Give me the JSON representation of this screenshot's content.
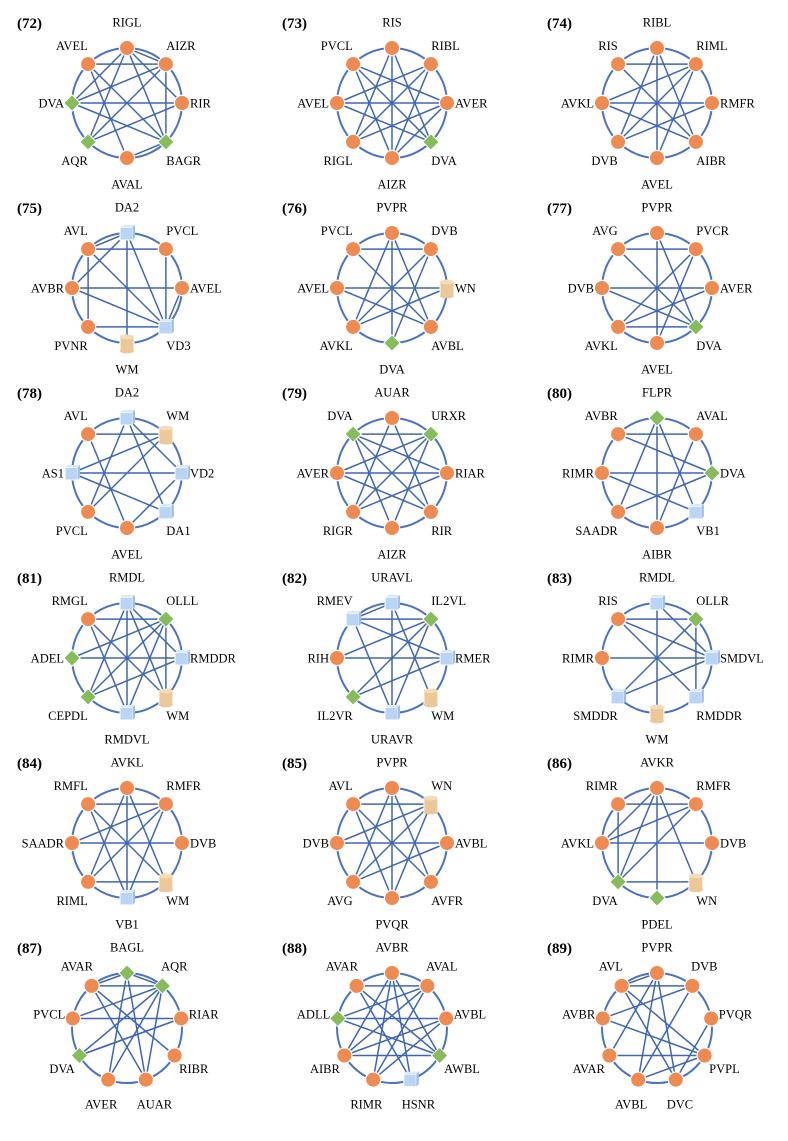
{
  "colors": {
    "ring": "#4a72c4",
    "edge": "#3f66b6",
    "circle": "#ef8b50",
    "circle_stroke": "#ffffff",
    "diamond": "#86bc5a",
    "cube": "#b9d4f5",
    "cylinder": "#ecc898"
  },
  "panels": [
    {
      "label": "(72)",
      "nodes": [
        [
          "RIGL",
          "c"
        ],
        [
          "AIZR",
          "c"
        ],
        [
          "RIR",
          "c"
        ],
        [
          "BAGR",
          "d"
        ],
        [
          "AVAL",
          "c"
        ],
        [
          "AQR",
          "d"
        ],
        [
          "DVA",
          "d"
        ],
        [
          "AVEL",
          "c"
        ]
      ],
      "edges": [
        [
          0,
          1
        ],
        [
          0,
          2
        ],
        [
          0,
          5
        ],
        [
          0,
          3
        ],
        [
          0,
          6
        ],
        [
          7,
          1
        ],
        [
          7,
          3
        ],
        [
          7,
          4
        ],
        [
          6,
          1
        ],
        [
          6,
          2
        ],
        [
          6,
          3
        ],
        [
          5,
          2
        ],
        [
          5,
          1
        ],
        [
          4,
          3
        ],
        [
          3,
          1
        ]
      ]
    },
    {
      "label": "(73)",
      "nodes": [
        [
          "RIS",
          "c"
        ],
        [
          "RIBL",
          "c"
        ],
        [
          "AVER",
          "c"
        ],
        [
          "DVA",
          "d"
        ],
        [
          "AIZR",
          "c"
        ],
        [
          "RIGL",
          "c"
        ],
        [
          "AVEL",
          "c"
        ],
        [
          "PVCL",
          "c"
        ]
      ],
      "edges": [
        [
          0,
          5
        ],
        [
          0,
          3
        ],
        [
          7,
          2
        ],
        [
          7,
          3
        ],
        [
          7,
          4
        ],
        [
          1,
          6
        ],
        [
          1,
          5
        ],
        [
          1,
          4
        ],
        [
          6,
          2
        ],
        [
          6,
          3
        ],
        [
          5,
          2
        ],
        [
          2,
          4
        ],
        [
          0,
          4
        ]
      ]
    },
    {
      "label": "(74)",
      "nodes": [
        [
          "RIBL",
          "c"
        ],
        [
          "RIML",
          "c"
        ],
        [
          "RMFR",
          "c"
        ],
        [
          "AIBR",
          "c"
        ],
        [
          "AVEL",
          "c"
        ],
        [
          "DVB",
          "c"
        ],
        [
          "AVKL",
          "c"
        ],
        [
          "RIS",
          "c"
        ]
      ],
      "edges": [
        [
          0,
          4
        ],
        [
          0,
          5
        ],
        [
          7,
          1
        ],
        [
          7,
          3
        ],
        [
          6,
          1
        ],
        [
          6,
          2
        ],
        [
          6,
          3
        ],
        [
          5,
          1
        ],
        [
          1,
          4
        ],
        [
          2,
          5
        ],
        [
          0,
          3
        ]
      ]
    },
    {
      "label": "(75)",
      "nodes": [
        [
          "DA2",
          "b"
        ],
        [
          "PVCL",
          "c"
        ],
        [
          "AVEL",
          "c"
        ],
        [
          "VD3",
          "b"
        ],
        [
          "WM",
          "y"
        ],
        [
          "PVNR",
          "c"
        ],
        [
          "AVBR",
          "c"
        ],
        [
          "AVL",
          "c"
        ]
      ],
      "edges": [
        [
          0,
          7
        ],
        [
          0,
          6
        ],
        [
          0,
          3
        ],
        [
          0,
          4
        ],
        [
          7,
          3
        ],
        [
          7,
          5
        ],
        [
          7,
          1
        ],
        [
          6,
          2
        ],
        [
          6,
          3
        ],
        [
          5,
          3
        ],
        [
          1,
          3
        ],
        [
          2,
          3
        ]
      ]
    },
    {
      "label": "(76)",
      "nodes": [
        [
          "PVPR",
          "c"
        ],
        [
          "DVB",
          "c"
        ],
        [
          "WN",
          "y"
        ],
        [
          "AVBL",
          "c"
        ],
        [
          "DVA",
          "d"
        ],
        [
          "AVKL",
          "c"
        ],
        [
          "AVEL",
          "c"
        ],
        [
          "PVCL",
          "c"
        ]
      ],
      "edges": [
        [
          0,
          5
        ],
        [
          0,
          4
        ],
        [
          7,
          1
        ],
        [
          7,
          3
        ],
        [
          6,
          2
        ],
        [
          6,
          3
        ],
        [
          5,
          1
        ],
        [
          5,
          2
        ],
        [
          1,
          4
        ],
        [
          0,
          3
        ]
      ]
    },
    {
      "label": "(77)",
      "nodes": [
        [
          "PVPR",
          "c"
        ],
        [
          "PVCR",
          "c"
        ],
        [
          "AVER",
          "c"
        ],
        [
          "DVA",
          "d"
        ],
        [
          "AVEL",
          "c"
        ],
        [
          "AVKL",
          "c"
        ],
        [
          "DVB",
          "c"
        ],
        [
          "AVG",
          "c"
        ]
      ],
      "edges": [
        [
          0,
          4
        ],
        [
          7,
          1
        ],
        [
          7,
          3
        ],
        [
          6,
          2
        ],
        [
          6,
          3
        ],
        [
          5,
          1
        ],
        [
          5,
          3
        ],
        [
          1,
          4
        ],
        [
          2,
          5
        ],
        [
          0,
          3
        ]
      ]
    },
    {
      "label": "(78)",
      "nodes": [
        [
          "DA2",
          "b"
        ],
        [
          "WM",
          "y"
        ],
        [
          "VD2",
          "b"
        ],
        [
          "DA1",
          "b"
        ],
        [
          "AVEL",
          "c"
        ],
        [
          "PVCL",
          "c"
        ],
        [
          "AS1",
          "b"
        ],
        [
          "AVL",
          "c"
        ]
      ],
      "edges": [
        [
          0,
          5
        ],
        [
          0,
          3
        ],
        [
          0,
          2
        ],
        [
          7,
          1
        ],
        [
          7,
          4
        ],
        [
          6,
          1
        ],
        [
          6,
          3
        ],
        [
          5,
          1
        ],
        [
          4,
          2
        ],
        [
          6,
          2
        ]
      ]
    },
    {
      "label": "(79)",
      "nodes": [
        [
          "AUAR",
          "c"
        ],
        [
          "URXR",
          "d"
        ],
        [
          "RIAR",
          "c"
        ],
        [
          "RIR",
          "c"
        ],
        [
          "AIZR",
          "c"
        ],
        [
          "RIGR",
          "c"
        ],
        [
          "AVER",
          "c"
        ],
        [
          "DVA",
          "d"
        ]
      ],
      "edges": [
        [
          0,
          5
        ],
        [
          0,
          3
        ],
        [
          7,
          1
        ],
        [
          7,
          2
        ],
        [
          7,
          3
        ],
        [
          7,
          4
        ],
        [
          6,
          1
        ],
        [
          6,
          3
        ],
        [
          5,
          1
        ],
        [
          5,
          2
        ],
        [
          1,
          4
        ],
        [
          6,
          2
        ]
      ]
    },
    {
      "label": "(80)",
      "nodes": [
        [
          "FLPR",
          "d"
        ],
        [
          "AVAL",
          "c"
        ],
        [
          "DVA",
          "d"
        ],
        [
          "VB1",
          "b"
        ],
        [
          "AIBR",
          "c"
        ],
        [
          "SAADR",
          "c"
        ],
        [
          "RIMR",
          "c"
        ],
        [
          "AVBR",
          "c"
        ]
      ],
      "edges": [
        [
          0,
          5
        ],
        [
          0,
          4
        ],
        [
          7,
          1
        ],
        [
          7,
          2
        ],
        [
          6,
          2
        ],
        [
          6,
          3
        ],
        [
          5,
          2
        ],
        [
          1,
          4
        ],
        [
          0,
          3
        ]
      ]
    },
    {
      "label": "(81)",
      "nodes": [
        [
          "RMDL",
          "b"
        ],
        [
          "OLLL",
          "d"
        ],
        [
          "RMDDR",
          "b"
        ],
        [
          "WM",
          "y"
        ],
        [
          "RMDVL",
          "b"
        ],
        [
          "CEPDL",
          "d"
        ],
        [
          "ADEL",
          "d"
        ],
        [
          "RMGL",
          "c"
        ]
      ],
      "edges": [
        [
          0,
          4
        ],
        [
          0,
          5
        ],
        [
          0,
          3
        ],
        [
          0,
          2
        ],
        [
          7,
          1
        ],
        [
          7,
          3
        ],
        [
          7,
          4
        ],
        [
          6,
          1
        ],
        [
          6,
          2
        ],
        [
          5,
          1
        ],
        [
          1,
          4
        ],
        [
          2,
          5
        ],
        [
          1,
          3
        ]
      ]
    },
    {
      "label": "(82)",
      "nodes": [
        [
          "URAVL",
          "b"
        ],
        [
          "IL2VL",
          "d"
        ],
        [
          "RMER",
          "b"
        ],
        [
          "WM",
          "y"
        ],
        [
          "URAVR",
          "b"
        ],
        [
          "IL2VR",
          "d"
        ],
        [
          "RIH",
          "c"
        ],
        [
          "RMEV",
          "b"
        ]
      ],
      "edges": [
        [
          0,
          7
        ],
        [
          0,
          3
        ],
        [
          0,
          4
        ],
        [
          7,
          1
        ],
        [
          7,
          2
        ],
        [
          7,
          4
        ],
        [
          6,
          1
        ],
        [
          6,
          2
        ],
        [
          5,
          2
        ],
        [
          5,
          1
        ],
        [
          1,
          4
        ]
      ]
    },
    {
      "label": "(83)",
      "nodes": [
        [
          "RMDL",
          "b"
        ],
        [
          "OLLR",
          "d"
        ],
        [
          "SMDVL",
          "b"
        ],
        [
          "RMDDR",
          "b"
        ],
        [
          "WM",
          "y"
        ],
        [
          "SMDDR",
          "b"
        ],
        [
          "RIMR",
          "c"
        ],
        [
          "RIS",
          "c"
        ]
      ],
      "edges": [
        [
          0,
          4
        ],
        [
          0,
          2
        ],
        [
          7,
          1
        ],
        [
          7,
          2
        ],
        [
          7,
          3
        ],
        [
          6,
          2
        ],
        [
          5,
          1
        ],
        [
          5,
          2
        ],
        [
          1,
          3
        ]
      ]
    },
    {
      "label": "(84)",
      "nodes": [
        [
          "AVKL",
          "c"
        ],
        [
          "RMFR",
          "c"
        ],
        [
          "DVB",
          "c"
        ],
        [
          "WM",
          "y"
        ],
        [
          "VB1",
          "b"
        ],
        [
          "RIML",
          "c"
        ],
        [
          "SAADR",
          "c"
        ],
        [
          "RMFL",
          "c"
        ]
      ],
      "edges": [
        [
          0,
          5
        ],
        [
          0,
          4
        ],
        [
          0,
          3
        ],
        [
          7,
          1
        ],
        [
          7,
          3
        ],
        [
          7,
          4
        ],
        [
          6,
          1
        ],
        [
          6,
          2
        ],
        [
          5,
          1
        ],
        [
          5,
          3
        ],
        [
          1,
          4
        ]
      ]
    },
    {
      "label": "(85)",
      "nodes": [
        [
          "PVPR",
          "c"
        ],
        [
          "WN",
          "y"
        ],
        [
          "AVBL",
          "c"
        ],
        [
          "AVFR",
          "c"
        ],
        [
          "PVQR",
          "c"
        ],
        [
          "AVG",
          "c"
        ],
        [
          "DVB",
          "c"
        ],
        [
          "AVL",
          "c"
        ]
      ],
      "edges": [
        [
          0,
          5
        ],
        [
          0,
          4
        ],
        [
          0,
          3
        ],
        [
          7,
          1
        ],
        [
          7,
          3
        ],
        [
          7,
          4
        ],
        [
          6,
          1
        ],
        [
          6,
          2
        ],
        [
          5,
          1
        ],
        [
          5,
          2
        ],
        [
          1,
          4
        ]
      ]
    },
    {
      "label": "(86)",
      "nodes": [
        [
          "AVKR",
          "c"
        ],
        [
          "RMFR",
          "c"
        ],
        [
          "DVB",
          "c"
        ],
        [
          "WN",
          "y"
        ],
        [
          "PDEL",
          "d"
        ],
        [
          "DVA",
          "d"
        ],
        [
          "AVKL",
          "c"
        ],
        [
          "RIMR",
          "c"
        ]
      ],
      "edges": [
        [
          0,
          5
        ],
        [
          0,
          4
        ],
        [
          0,
          3
        ],
        [
          7,
          1
        ],
        [
          7,
          5
        ],
        [
          6,
          1
        ],
        [
          6,
          2
        ],
        [
          5,
          1
        ],
        [
          5,
          3
        ],
        [
          0,
          6
        ]
      ]
    },
    {
      "label": "(87)",
      "nodes": [
        [
          "BAGL",
          "d"
        ],
        [
          "AQR",
          "d"
        ],
        [
          "RIAR",
          "c"
        ],
        [
          "RIBR",
          "c"
        ],
        [
          "AUAR",
          "c"
        ],
        [
          "AVER",
          "c"
        ],
        [
          "DVA",
          "d"
        ],
        [
          "PVCL",
          "c"
        ],
        [
          "AVAR",
          "c"
        ]
      ],
      "edges": [
        [
          0,
          8
        ],
        [
          0,
          1
        ],
        [
          0,
          5
        ],
        [
          0,
          4
        ],
        [
          8,
          1
        ],
        [
          8,
          3
        ],
        [
          8,
          4
        ],
        [
          7,
          1
        ],
        [
          7,
          2
        ],
        [
          6,
          1
        ],
        [
          6,
          2
        ],
        [
          5,
          1
        ],
        [
          1,
          4
        ],
        [
          2,
          6
        ]
      ]
    },
    {
      "label": "(88)",
      "nodes": [
        [
          "AVBR",
          "c"
        ],
        [
          "AVAL",
          "c"
        ],
        [
          "AVBL",
          "c"
        ],
        [
          "AWBL",
          "d"
        ],
        [
          "HSNR",
          "b"
        ],
        [
          "RIMR",
          "c"
        ],
        [
          "AIBR",
          "c"
        ],
        [
          "ADLL",
          "d"
        ],
        [
          "AVAR",
          "c"
        ]
      ],
      "edges": [
        [
          0,
          6
        ],
        [
          0,
          5
        ],
        [
          0,
          4
        ],
        [
          0,
          3
        ],
        [
          8,
          1
        ],
        [
          8,
          3
        ],
        [
          8,
          4
        ],
        [
          7,
          1
        ],
        [
          7,
          2
        ],
        [
          7,
          3
        ],
        [
          6,
          1
        ],
        [
          6,
          2
        ],
        [
          5,
          1
        ],
        [
          5,
          2
        ],
        [
          6,
          3
        ]
      ]
    },
    {
      "label": "(89)",
      "nodes": [
        [
          "PVPR",
          "c"
        ],
        [
          "DVB",
          "c"
        ],
        [
          "PVQR",
          "c"
        ],
        [
          "PVPL",
          "c"
        ],
        [
          "DVC",
          "c"
        ],
        [
          "AVBL",
          "c"
        ],
        [
          "AVAR",
          "c"
        ],
        [
          "AVBR",
          "c"
        ],
        [
          "AVL",
          "c"
        ]
      ],
      "edges": [
        [
          0,
          8
        ],
        [
          0,
          6
        ],
        [
          0,
          5
        ],
        [
          0,
          4
        ],
        [
          8,
          1
        ],
        [
          8,
          3
        ],
        [
          8,
          4
        ],
        [
          7,
          1
        ],
        [
          7,
          3
        ],
        [
          6,
          3
        ],
        [
          5,
          3
        ],
        [
          4,
          2
        ],
        [
          1,
          5
        ]
      ]
    }
  ]
}
